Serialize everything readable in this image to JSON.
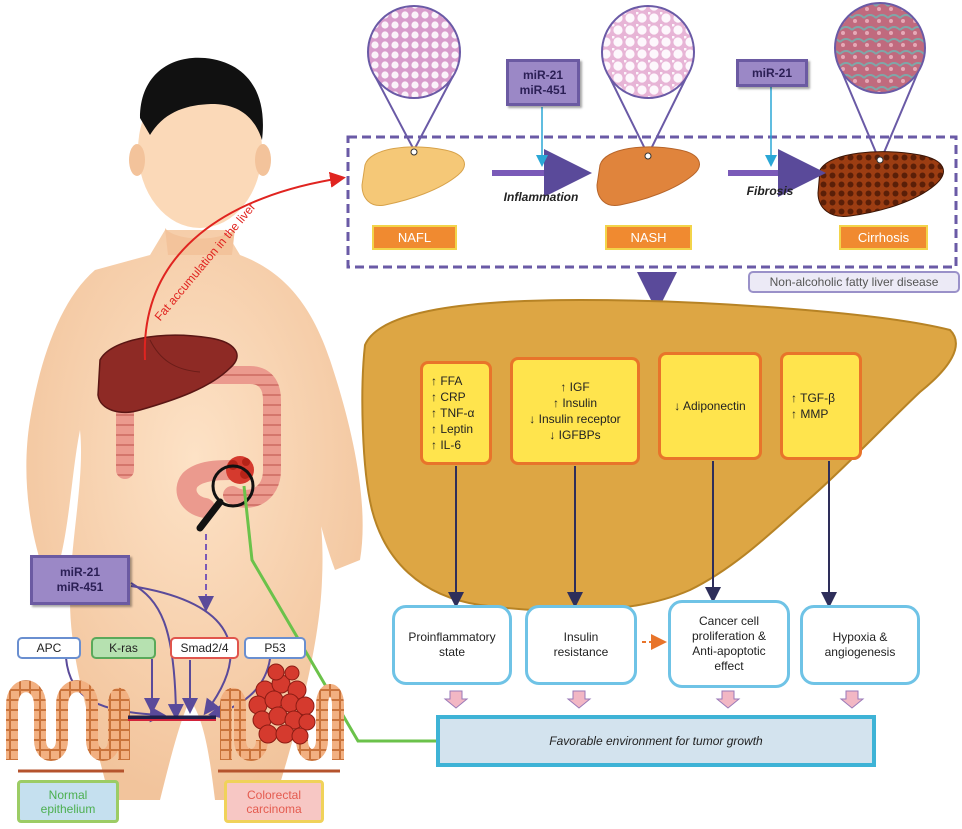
{
  "liver_stages": {
    "nafl": "NAFL",
    "nash": "NASH",
    "cirrhosis": "Cirrhosis",
    "inflammation": "Inflammation",
    "fibrosis": "Fibrosis",
    "mir_top_left": [
      "miR-21",
      "miR-451"
    ],
    "mir_top_right": "miR-21",
    "nafld_label": "Non-alcoholic fatty liver disease"
  },
  "fat_accumulation": "Fat accumulation in the liver",
  "yellow_boxes": [
    [
      "↑ FFA",
      "↑ CRP",
      "↑ TNF-α",
      "↑ Leptin",
      "↑ IL-6"
    ],
    [
      "↑ IGF",
      "↑ Insulin",
      "↓ Insulin receptor",
      "↓ IGFBPs"
    ],
    [
      "↓ Adiponectin"
    ],
    [
      "↑ TGF-β",
      "↑ MMP"
    ]
  ],
  "outcome_boxes": [
    [
      "Proinflammatory",
      "state"
    ],
    [
      "Insulin",
      "resistance"
    ],
    [
      "Cancer cell",
      "proliferation &",
      "Anti-apoptotic",
      "effect"
    ],
    [
      "Hypoxia &",
      "angiogenesis"
    ]
  ],
  "favorable": "Favorable environment for tumor growth",
  "mir_bottom": [
    "miR-21",
    "miR-451"
  ],
  "genes": [
    "APC",
    "K-ras",
    "Smad2/4",
    "P53"
  ],
  "normal_epithelium": [
    "Normal",
    "epithelium"
  ],
  "colorectal_carcinoma": [
    "Colorectal",
    "carcinoma"
  ]
}
